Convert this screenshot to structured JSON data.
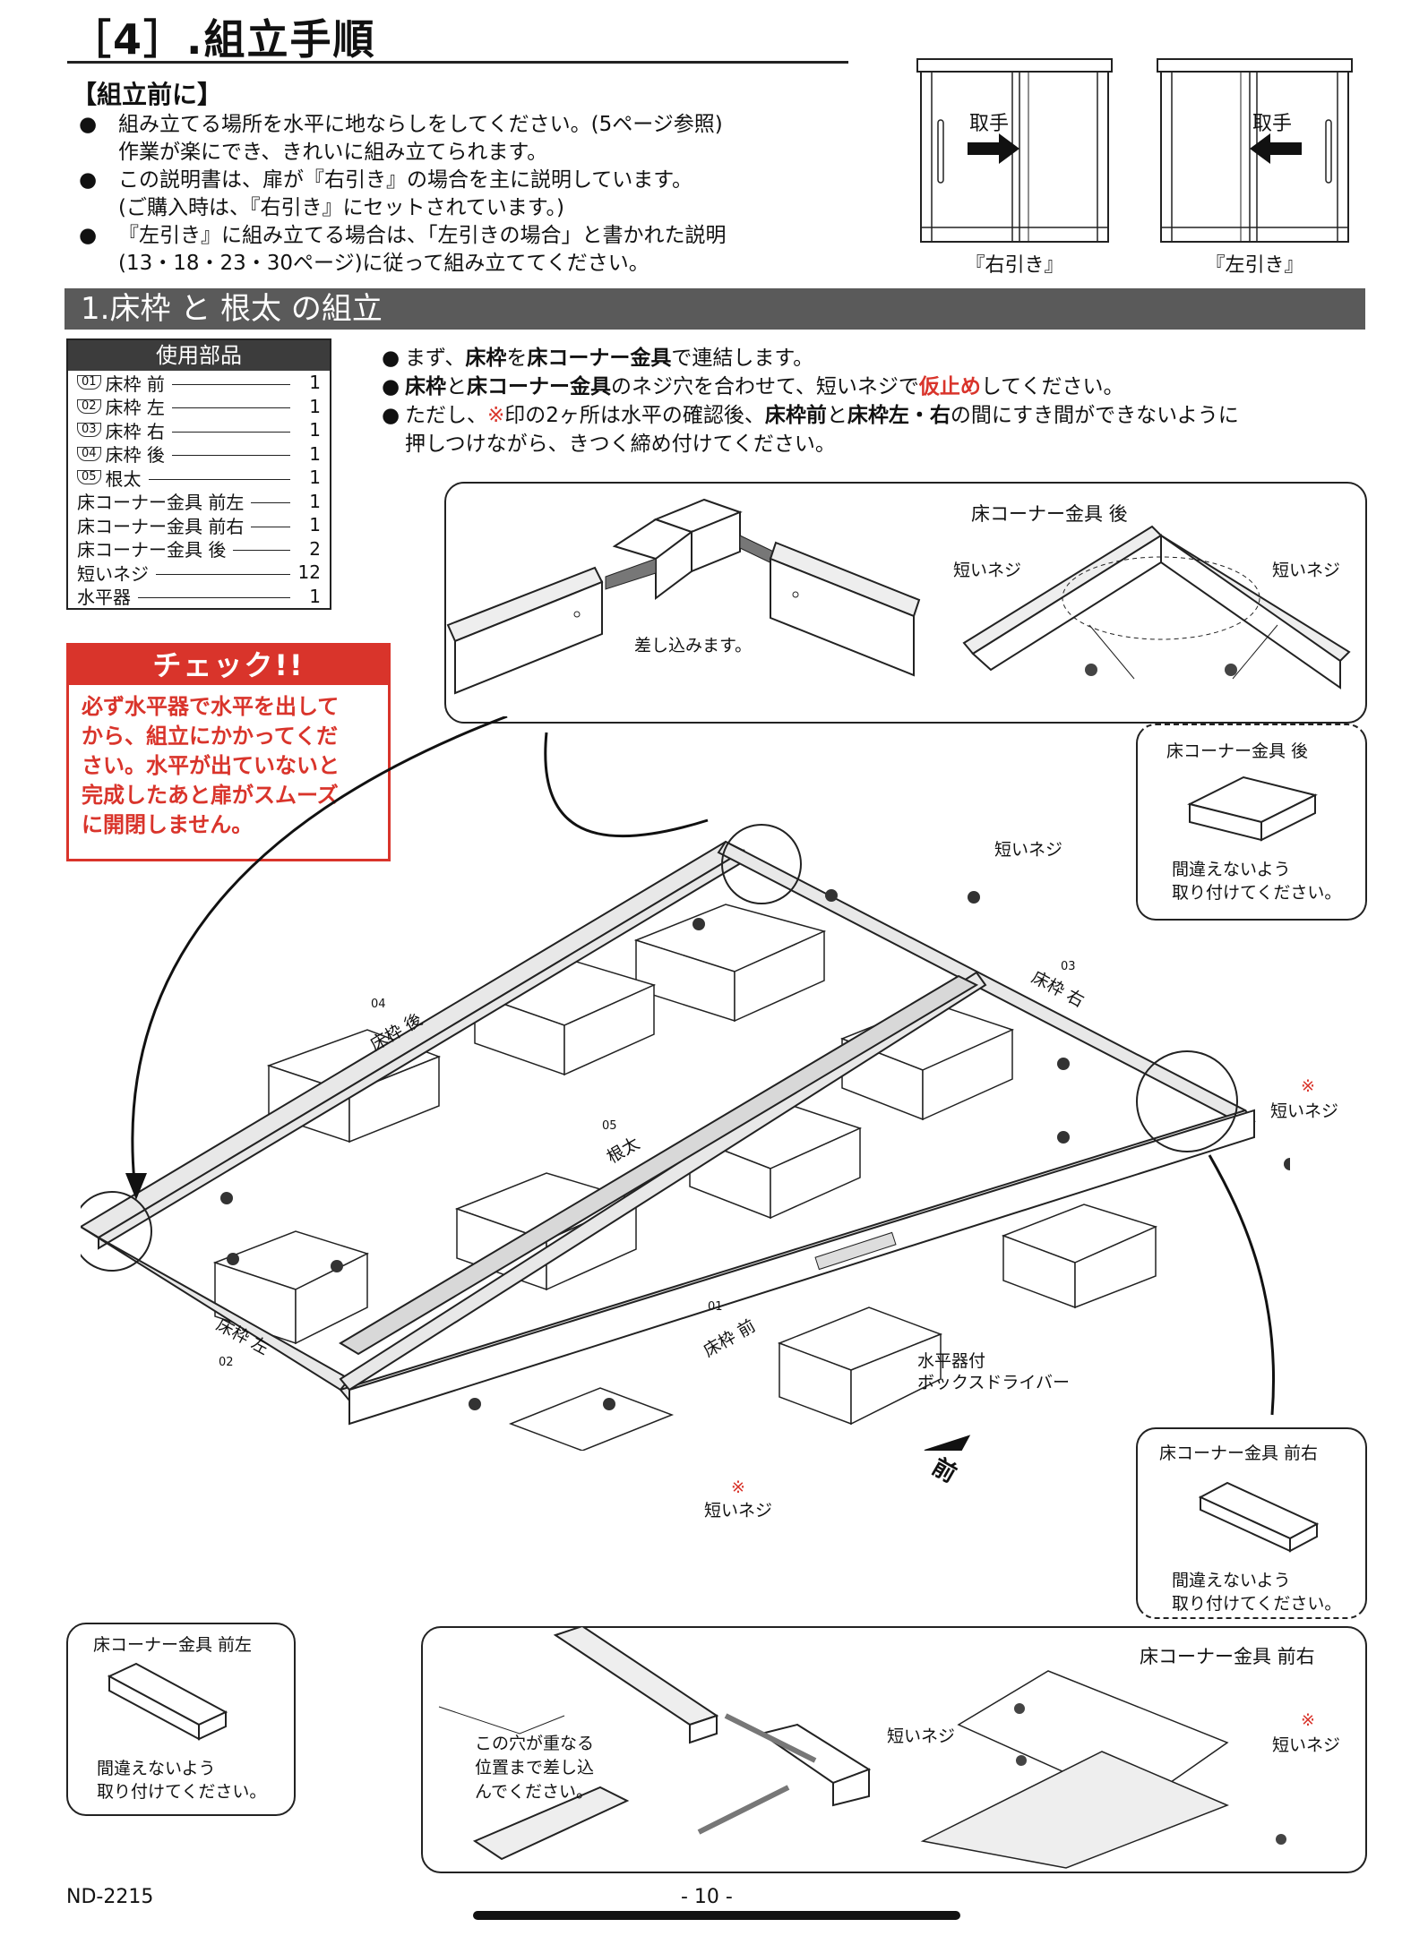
{
  "header": {
    "title": "［4］.組立手順"
  },
  "pre_assembly": {
    "heading": "【組立前に】",
    "items": [
      {
        "bullet": "●",
        "text": "組み立てる場所を水平に地ならしをしてください。(5ページ参照)"
      },
      {
        "bullet": "",
        "text": "作業が楽にでき、きれいに組み立てられます。"
      },
      {
        "bullet": "●",
        "text": "この説明書は、扉が『右引き』の場合を主に説明しています。"
      },
      {
        "bullet": "",
        "text": "(ご購入時は、『右引き』にセットされています。)"
      },
      {
        "bullet": "●",
        "text": "『左引き』に組み立てる場合は、「左引きの場合」と書かれた説明"
      },
      {
        "bullet": "",
        "text": "(13・18・23・30ページ)に従って組み立ててください。"
      }
    ]
  },
  "door_figures": {
    "right": {
      "handle_label": "取手",
      "caption": "『右引き』"
    },
    "left": {
      "handle_label": "取手",
      "caption": "『左引き』"
    }
  },
  "section": {
    "title": "1.床枠 と 根太 の組立"
  },
  "parts_list": {
    "heading": "使用部品",
    "rows": [
      {
        "num": "01",
        "name": "床枠 前",
        "qty": "1"
      },
      {
        "num": "02",
        "name": "床枠 左",
        "qty": "1"
      },
      {
        "num": "03",
        "name": "床枠 右",
        "qty": "1"
      },
      {
        "num": "04",
        "name": "床枠 後",
        "qty": "1"
      },
      {
        "num": "05",
        "name": "根太",
        "qty": "1"
      },
      {
        "num": "",
        "name": "床コーナー金具 前左",
        "qty": "1"
      },
      {
        "num": "",
        "name": "床コーナー金具 前右",
        "qty": "1"
      },
      {
        "num": "",
        "name": "床コーナー金具 後",
        "qty": "2"
      },
      {
        "num": "",
        "name": "短いネジ",
        "qty": "12"
      },
      {
        "num": "",
        "name": "水平器",
        "qty": "1"
      }
    ]
  },
  "check_box": {
    "heading": "チェック!!",
    "lines": [
      "必ず水平器で水平を出して",
      "から、組立にかかってくだ",
      "さい。水平が出ていないと",
      "完成したあと扉がスムーズ",
      "に開閉しません。"
    ]
  },
  "instructions": {
    "line1": {
      "a": "まず、",
      "b": "床枠",
      "c": "を",
      "d": "床コーナー金具",
      "e": "で連結します。"
    },
    "line2": {
      "a": "床枠",
      "b": "と",
      "c": "床コーナー金具",
      "d": "のネジ穴を合わせて、短いネジで",
      "e": "仮止め",
      "f": "してください。"
    },
    "line3": {
      "a": "ただし、",
      "b": "※",
      "c": "印の2ヶ所は水平の確認後、",
      "d": "床枠前",
      "e": "と",
      "f": "床枠左・右",
      "g": "の間にすき間ができないように"
    },
    "line4": "押しつけながら、きつく締め付けてください。",
    "bullet": "●"
  },
  "top_detail": {
    "insert_label": "差し込みます。",
    "bracket_label": "床コーナー金具 後",
    "screw_left": "短いネジ",
    "screw_right": "短いネジ"
  },
  "rear_bracket_box": {
    "title": "床コーナー金具 後",
    "note_lines": [
      "間違えないよう",
      "取り付けてください。"
    ]
  },
  "main_diagram": {
    "screw_top": "短いネジ",
    "screw_right": "短いネジ",
    "screw_front": "短いネジ",
    "mark": "※",
    "part_03": {
      "num": "03",
      "label": "床枠 右"
    },
    "part_04": {
      "num": "04",
      "label": "床枠 後"
    },
    "part_05": {
      "num": "05",
      "label": "根太"
    },
    "part_01": {
      "num": "01",
      "label": "床枠 前"
    },
    "part_02": {
      "num": "02",
      "label": "床枠 左"
    },
    "driver_label_1": "水平器付",
    "driver_label_2": "ボックスドライバー",
    "front_label": "前"
  },
  "front_right_box": {
    "title": "床コーナー金具 前右",
    "note_lines": [
      "間違えないよう",
      "取り付けてください。"
    ]
  },
  "front_left_box": {
    "title": "床コーナー金具 前左",
    "note_lines": [
      "間違えないよう",
      "取り付けてください。"
    ]
  },
  "bottom_detail": {
    "hole_note_lines": [
      "この穴が重なる",
      "位置まで差し込",
      "んでください。"
    ],
    "screw_left": "短いネジ",
    "bracket_label": "床コーナー金具 前右",
    "screw_right": "短いネジ",
    "mark": "※"
  },
  "footer": {
    "model": "ND-2215",
    "page": "- 10 -"
  },
  "colors": {
    "accent_red": "#d9342b",
    "section_bar": "#5a5a5a",
    "parts_header": "#3c3c3c"
  }
}
